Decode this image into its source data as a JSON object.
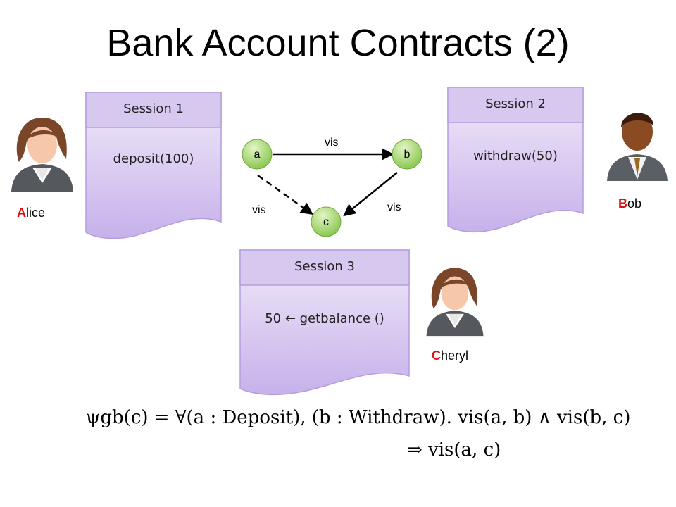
{
  "title": "Bank Account Contracts (2)",
  "sessions": [
    {
      "header": "Session 1",
      "operation": "deposit(100)"
    },
    {
      "header": "Session 2",
      "operation": "withdraw(50)"
    },
    {
      "header": "Session 3",
      "operation": "50 ← getbalance ()"
    }
  ],
  "people": [
    {
      "first_letter": "A",
      "rest": "lice"
    },
    {
      "first_letter": "B",
      "rest": "ob"
    },
    {
      "first_letter": "C",
      "rest": "heryl"
    }
  ],
  "graph": {
    "nodes": [
      "a",
      "b",
      "c"
    ],
    "edges": [
      {
        "from": "a",
        "to": "b",
        "label": "vis",
        "style": "solid"
      },
      {
        "from": "b",
        "to": "c",
        "label": "vis",
        "style": "solid"
      },
      {
        "from": "a",
        "to": "c",
        "label": "vis",
        "style": "dashed"
      }
    ]
  },
  "formula": {
    "line1": "ψgb(c) = ∀(a : Deposit), (b : Withdraw). vis(a, b) ∧ vis(b, c)",
    "line2": "⇒ vis(a, c)"
  },
  "colors": {
    "doc_fill_top": "#ece3f7",
    "doc_fill_bottom": "#c7b1ea",
    "doc_border": "#a98fd6",
    "node_fill": "#a6d96a",
    "name_accent": "#e01010"
  }
}
